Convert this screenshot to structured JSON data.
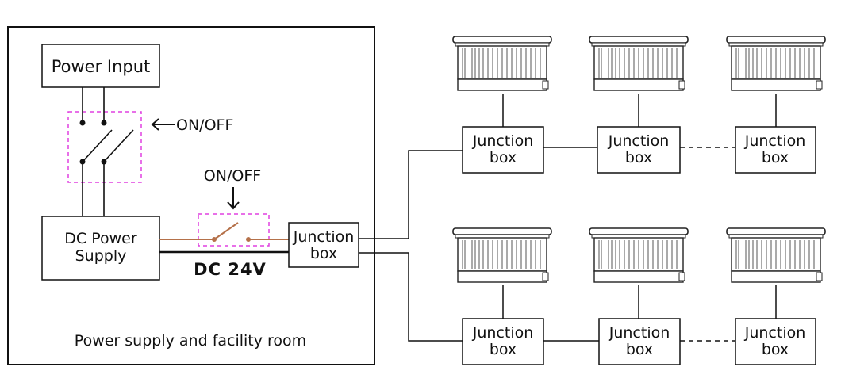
{
  "power_input": {
    "label": "Power Input"
  },
  "main_switch": {
    "label": "ON/OFF"
  },
  "dc_switch": {
    "label": "ON/OFF"
  },
  "dc_power_supply": {
    "line1": "DC Power",
    "line2": "Supply"
  },
  "dc_voltage": {
    "label": "DC 24V"
  },
  "main_junction": {
    "line1": "Junction",
    "line2": "box"
  },
  "room": {
    "label": "Power supply and facility room"
  },
  "junction": {
    "line1": "Junction",
    "line2": "box"
  },
  "colors": {
    "line": "#111111",
    "switch_outline": "#e040e0",
    "dc_positive": "#b5714a"
  }
}
